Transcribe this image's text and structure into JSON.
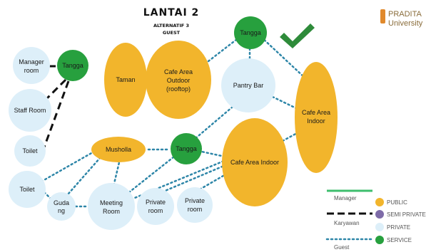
{
  "title": "LANTAI 2",
  "subtitle_line1": "ALTERNATIF 3",
  "subtitle_line2": "GUEST",
  "brand": {
    "line1": "PRADITA",
    "line2": "University"
  },
  "colors": {
    "public": "#F2B52C",
    "private": "#DDEFF9",
    "service": "#27A03E",
    "semi_private": "#7E6BA8",
    "guest_line": "#2E86A8",
    "manager_line": "#3DBE6D",
    "karyawan_line": "#111111",
    "check": "#2E8B3A"
  },
  "nodes": {
    "manager_room": {
      "line1": "Manager",
      "line2": "room"
    },
    "tangga_left": "Tangga",
    "staff_room": "Staff Room",
    "toilet_top": "Toilet",
    "toilet_bottom": "Toilet",
    "taman": "Taman",
    "cafe_outdoor": {
      "line1": "Cafe Area",
      "line2": "Outdoor",
      "line3": "(rooftop)"
    },
    "tangga_top": "Tangga",
    "pantry_bar": "Pantry Bar",
    "cafe_indoor_right": {
      "line1": "Cafe Area",
      "line2": "Indoor"
    },
    "mushola": "Musholla",
    "tangga_mid": "Tangga",
    "cafe_indoor_center": "Cafe Area Indoor",
    "gudang": {
      "line1": "Guda",
      "line2": "ng"
    },
    "meeting_room": {
      "line1": "Meeting",
      "line2": "Room"
    },
    "private_room_1": {
      "line1": "Private",
      "line2": "room"
    },
    "private_room_2": {
      "line1": "Private",
      "line2": "room"
    }
  },
  "legend": {
    "manager": "Manager",
    "karyawan": "Karyawan",
    "guest": "Guest",
    "public": "PUBLIC",
    "semi_private": "SEMI PRIVATE",
    "private": "PRIVATE",
    "service": "SERVICE"
  }
}
